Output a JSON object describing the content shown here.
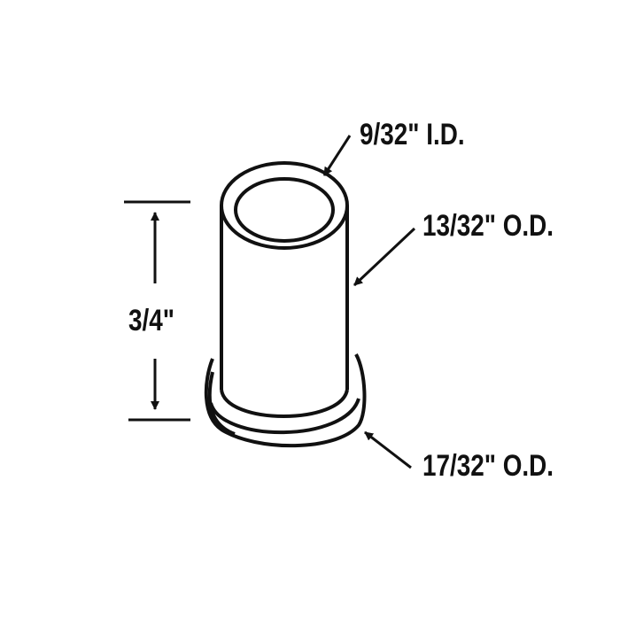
{
  "diagram": {
    "subject": "flanged bushing",
    "line_color": "#111111",
    "background": "#ffffff",
    "labels": {
      "inner_diameter": "9/32\" I.D.",
      "outer_diameter": "13/32\" O.D.",
      "flange_diameter": "17/32\" O.D.",
      "height": "3/4\""
    }
  }
}
